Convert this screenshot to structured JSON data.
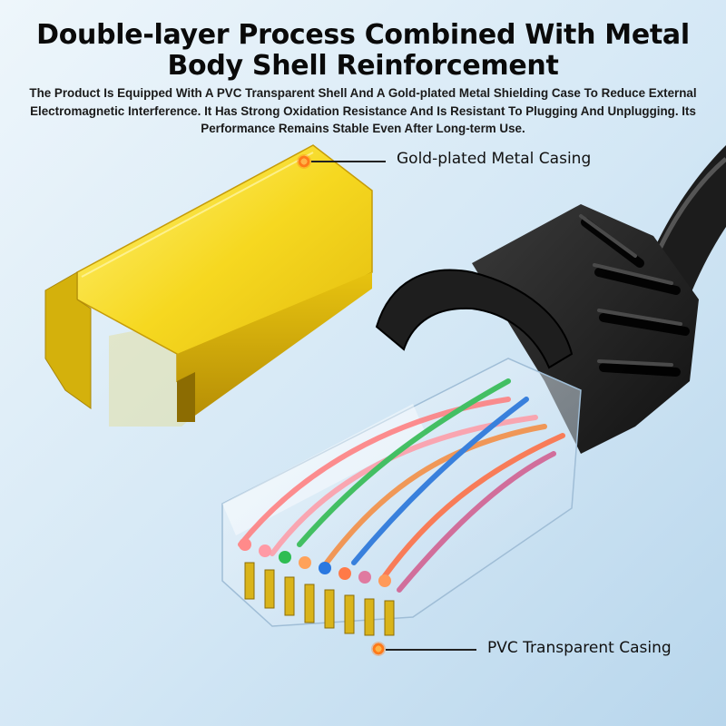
{
  "title": "Double-layer Process Combined With Metal Body Shell Reinforcement",
  "description": "The Product Is Equipped With A PVC Transparent Shell And A Gold-plated Metal Shielding Case To Reduce External Electromagnetic Interference. It Has Strong Oxidation Resistance And Is Resistant To Plugging And Unplugging. Its Performance Remains Stable Even After Long-term Use.",
  "callouts": {
    "metal_casing": "Gold-plated Metal Casing",
    "pvc_casing": "PVC Transparent Casing"
  },
  "colors": {
    "background": "#d6e9f6",
    "accent": "#ff7a1a",
    "gold": "#f2d21a",
    "cable": "#1c1c1c"
  }
}
